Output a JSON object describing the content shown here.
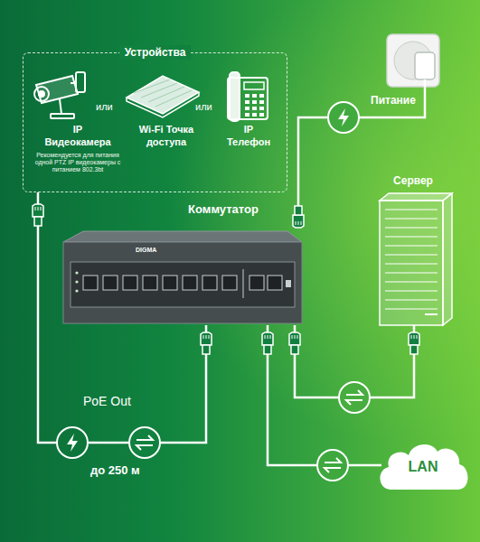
{
  "diagram": {
    "nodes": [
      {
        "text": [
          "Устройства"
        ]
      },
      {
        "text": [
          "IP Видеокамера",
          "Рекомендуется для питания одной PTZ IP видеокамеры с питанием 802.3bt"
        ],
        "in": 0
      },
      {
        "text": [
          "Wi-Fi Точка доступа"
        ],
        "in": 0
      },
      {
        "text": [
          "IP Телефон"
        ],
        "in": 0
      },
      {
        "text": [
          "Коммутатор"
        ]
      },
      {
        "text": [
          "Сервер"
        ]
      },
      {
        "text": [
          "LAN"
        ]
      }
    ],
    "edges": [
      {
        "from": 4,
        "to": 0,
        "label": "PoE Out",
        "arrow": "none"
      },
      {
        "from": 4,
        "to": 5,
        "arrow": "none"
      },
      {
        "from": 4,
        "to": 6,
        "arrow": "none"
      }
    ],
    "labels": [
      "или",
      "или",
      "Питание",
      "до 250 м",
      "DIGMA"
    ]
  }
}
